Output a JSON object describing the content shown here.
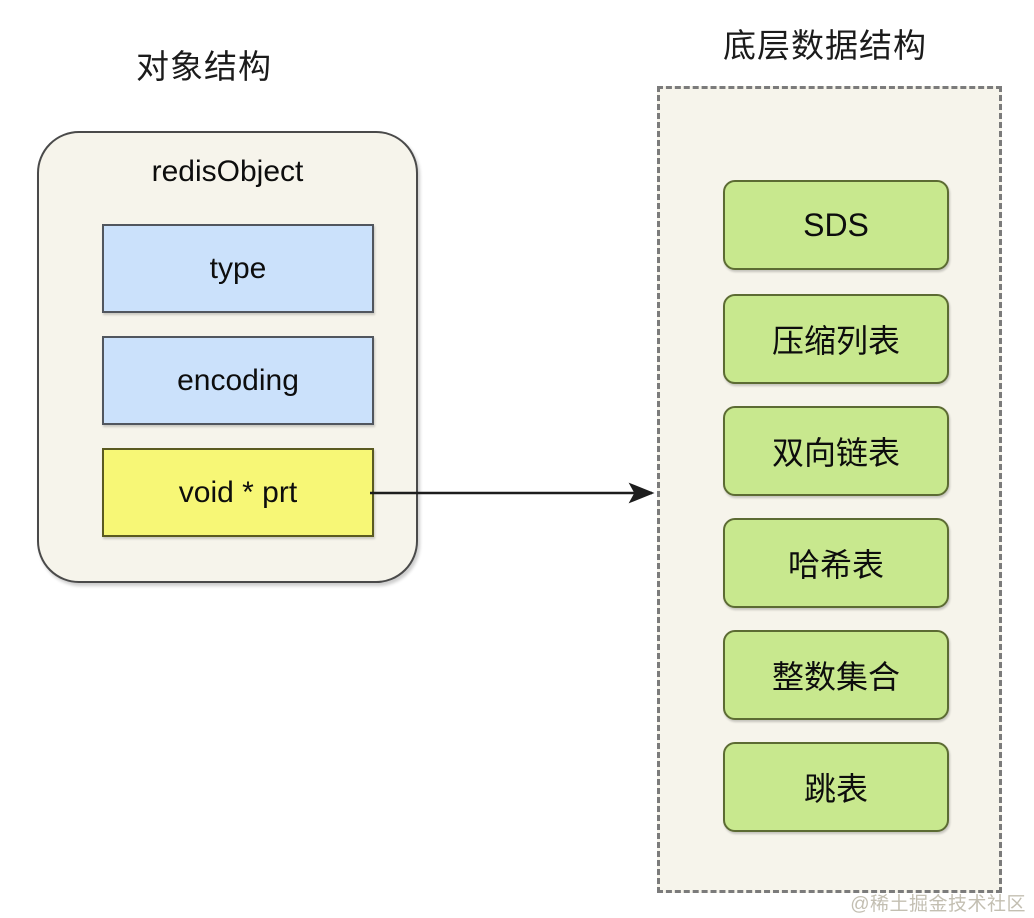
{
  "diagram": {
    "left_title": "对象结构",
    "right_title": "底层数据结构"
  },
  "object_card": {
    "title": "redisObject",
    "fields": [
      {
        "label": "type",
        "color": "#cbe1fb",
        "kind": "blue"
      },
      {
        "label": "encoding",
        "color": "#cbe1fb",
        "kind": "blue"
      },
      {
        "label": "void * prt",
        "color": "#f7f776",
        "kind": "yellow"
      }
    ]
  },
  "arrow": {
    "name": "pointer-arrow",
    "from": "void * prt",
    "to": "底层数据结构"
  },
  "data_structures": {
    "container_style": "dashed",
    "items": [
      {
        "label": "SDS"
      },
      {
        "label": "压缩列表"
      },
      {
        "label": "双向链表"
      },
      {
        "label": "哈希表"
      },
      {
        "label": "整数集合"
      },
      {
        "label": "跳表"
      }
    ]
  },
  "watermark": {
    "text": "@稀土掘金技术社区"
  },
  "colors": {
    "page_background": "#ffffff",
    "panel_background": "#f6f4eb",
    "blue_field": "#cbe1fb",
    "yellow_field": "#f7f776",
    "green_box": "#c8e88e",
    "border_dark": "#4a4a4a",
    "dashed_border": "#7b7b7b",
    "text": "#0d0d0d"
  }
}
